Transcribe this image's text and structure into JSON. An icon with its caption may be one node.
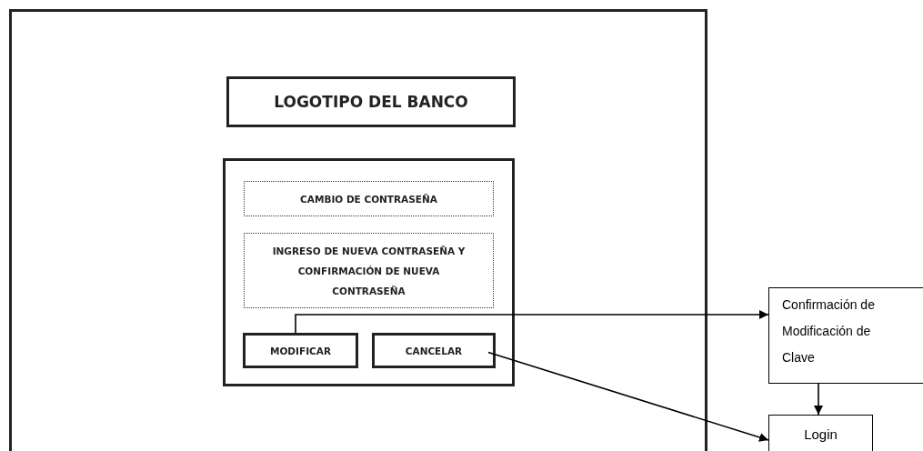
{
  "diagram": {
    "nodes": [
      {
        "text": [],
        "shape": "box"
      },
      {
        "text": [
          "LOGOTIPO DEL BANCO"
        ],
        "in": 0
      },
      {
        "text": [],
        "shape": "box",
        "in": 0
      },
      {
        "text": [
          "CAMBIO DE CONTRASEÑA"
        ],
        "in": 2
      },
      {
        "text": [
          "INGRESO DE NUEVA CONTRASEÑA Y CONFIRMACIÓN DE NUEVA CONTRASEÑA"
        ],
        "in": 2
      },
      {
        "text": [
          "MODIFICAR"
        ],
        "in": 2
      },
      {
        "text": [
          "CANCELAR"
        ],
        "in": 2
      },
      {
        "text": [
          "Confirmación de Modificación de Clave"
        ]
      },
      {
        "text": [
          "Login"
        ]
      }
    ],
    "edges": [
      {
        "from": 5,
        "to": 7,
        "arrow": "to"
      },
      {
        "from": 6,
        "to": 8,
        "arrow": "to"
      },
      {
        "from": 7,
        "to": 8,
        "arrow": "to"
      }
    ]
  }
}
